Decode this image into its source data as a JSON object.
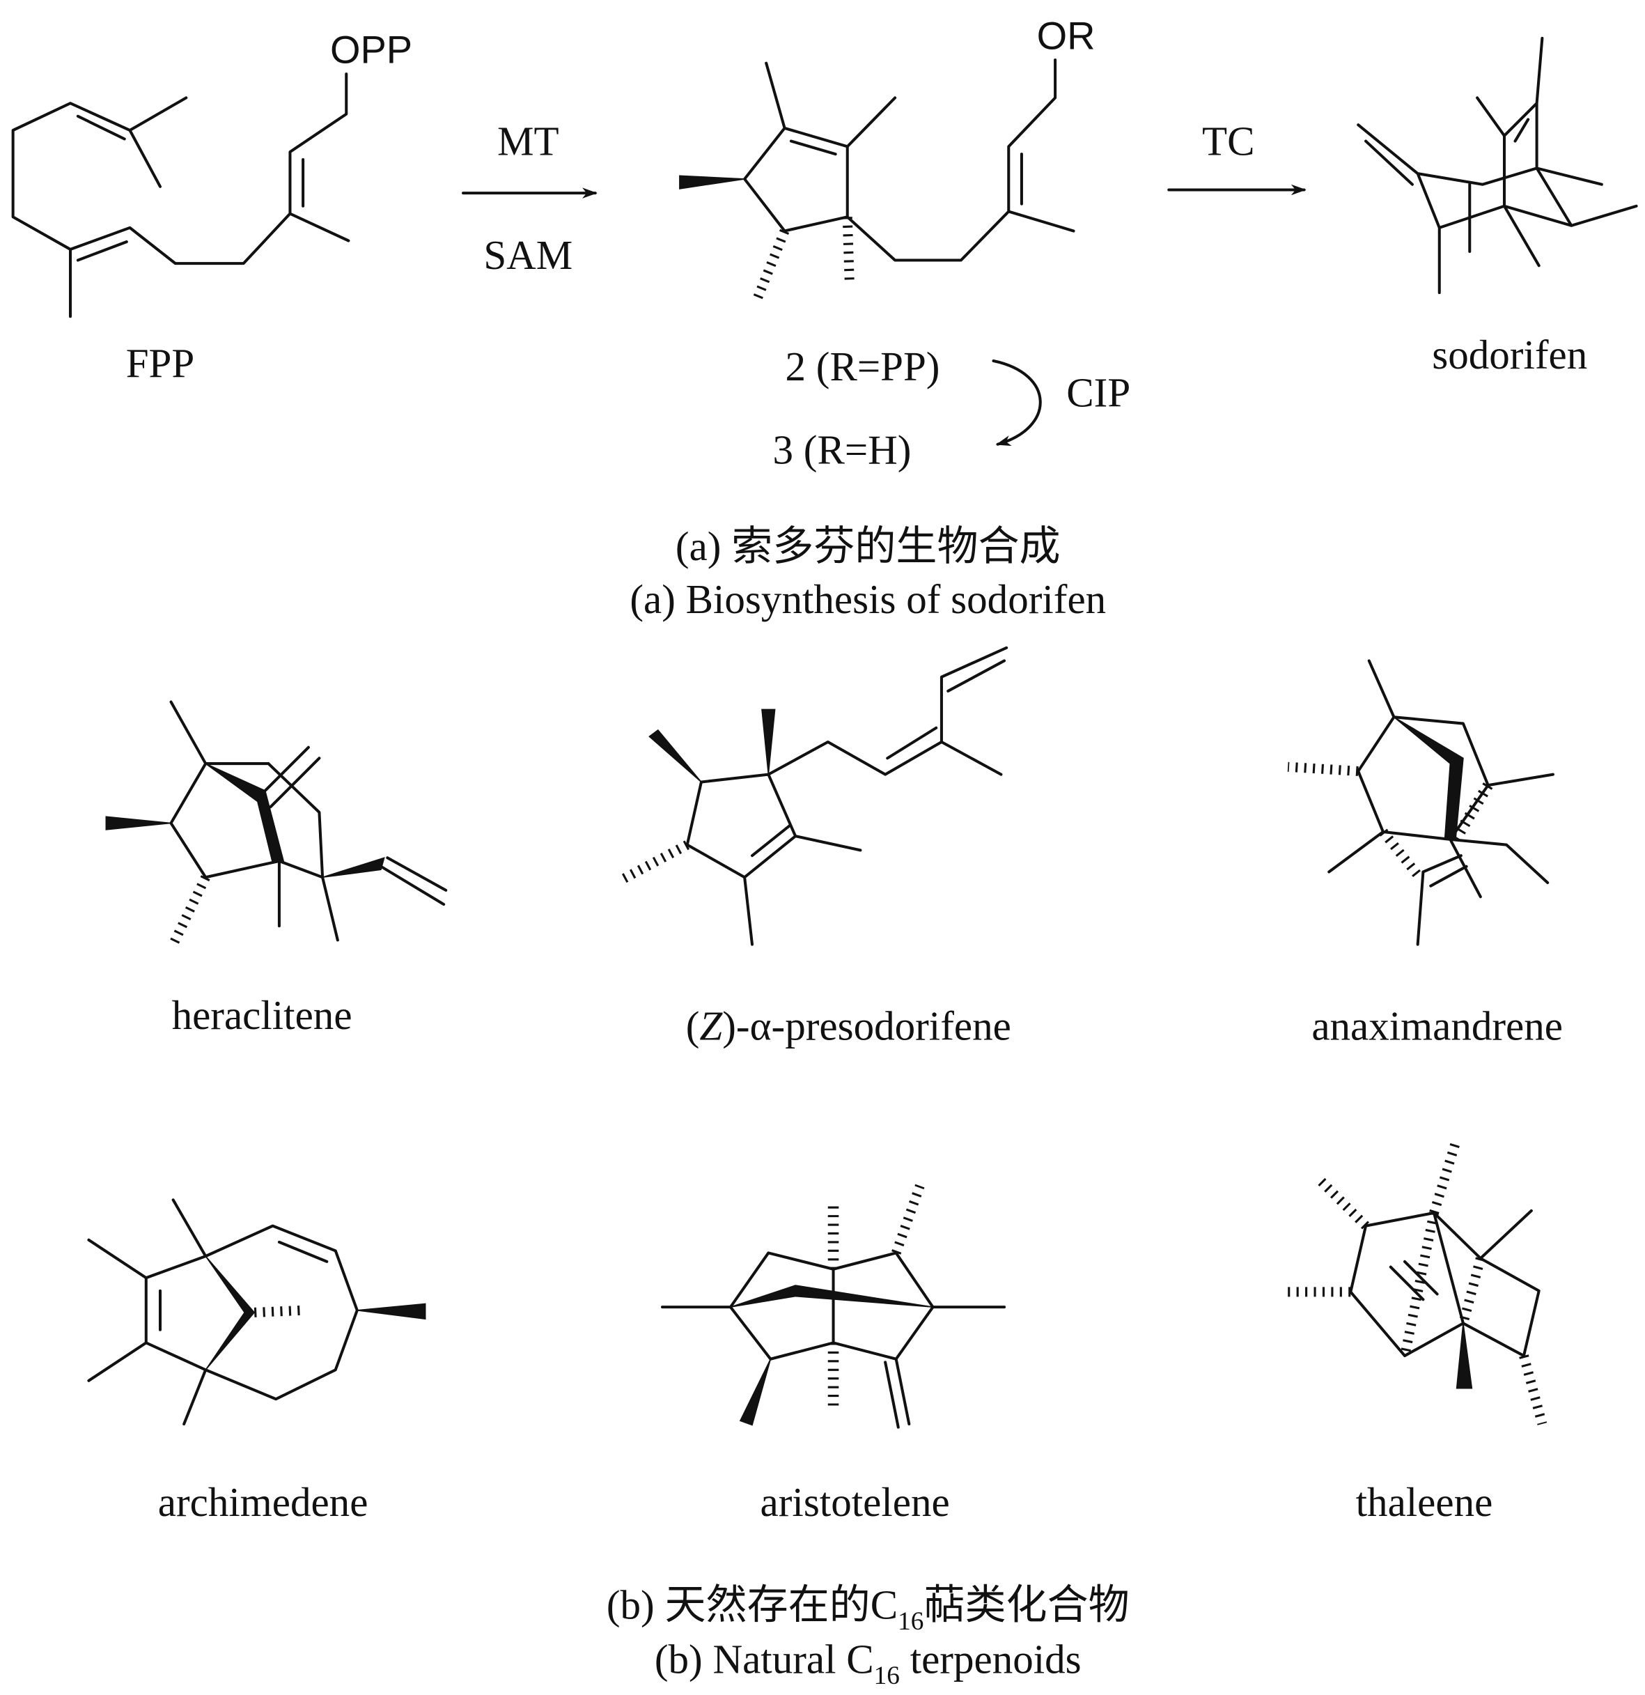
{
  "scheme_a": {
    "fpp_label": "FPP",
    "fpp_group": "OPP",
    "arrow1_top": "MT",
    "arrow1_bottom": "SAM",
    "intermediate_group": "OR",
    "compound2_label": "2 (R=PP)",
    "compound3_label": "3 (R=H)",
    "cip_label": "CIP",
    "arrow2_top": "TC",
    "product_label": "sodorifen",
    "caption_cn": "(a) 索多芬的生物合成",
    "caption_en": "(a) Biosynthesis of sodorifen"
  },
  "scheme_b": {
    "compounds": [
      {
        "name": "heraclitene"
      },
      {
        "name_prefix": "(",
        "name_italic": "Z",
        "name_rest": ")-α-presodorifene"
      },
      {
        "name": "anaximandrene"
      },
      {
        "name": "archimedene"
      },
      {
        "name": "aristotelene"
      },
      {
        "name": "thaleene"
      }
    ],
    "caption_cn_pre": "(b) 天然存在的C",
    "caption_cn_sub": "16",
    "caption_cn_post": "萜类化合物",
    "caption_en_pre": "(b) Natural C",
    "caption_en_sub": "16",
    "caption_en_post": " terpenoids"
  }
}
